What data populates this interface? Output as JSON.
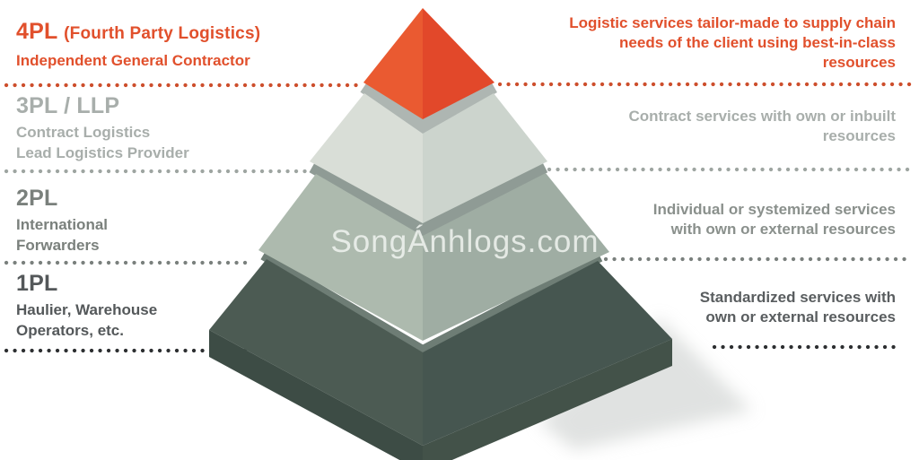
{
  "watermark": "SongÁnhlogs.com",
  "levels": [
    {
      "id": "4PL",
      "title": "4PL",
      "title_suffix": "(Fourth Party Logistics)",
      "subtitle_lines": [
        "Independent General Contractor"
      ],
      "description_lines": [
        "Logistic services tailor-made to supply chain",
        "needs of the client using best-in-class",
        "resources"
      ],
      "text_color": "#e1502c",
      "description_color": "#e1502c"
    },
    {
      "id": "3PL",
      "title": "3PL / LLP",
      "subtitle_lines": [
        "Contract Logistics",
        "Lead Logistics Provider"
      ],
      "description_lines": [
        "Contract services with own or inbuilt",
        "resources"
      ],
      "text_color": "#a8aeab",
      "description_color": "#a8aeab"
    },
    {
      "id": "2PL",
      "title": "2PL",
      "subtitle_lines": [
        "International",
        "Forwarders"
      ],
      "description_lines": [
        "Individual or systemized services",
        "with own or external resources"
      ],
      "text_color": "#7a807c",
      "description_color": "#8a908c"
    },
    {
      "id": "1PL",
      "title": "1PL",
      "subtitle_lines": [
        "Haulier, Warehouse",
        "Operators, etc."
      ],
      "description_lines": [
        "Standardized services with",
        "own or external resources"
      ],
      "text_color": "#54585a",
      "description_color": "#595d5f"
    }
  ],
  "separators": [
    {
      "color": "#cd4e2c"
    },
    {
      "color": "#9ea5a1"
    },
    {
      "color": "#7a807d"
    },
    {
      "color": "#2d2f31"
    }
  ],
  "pyramid": {
    "tiers": [
      {
        "name": "4PL-top",
        "left_fill": "#ea5a31",
        "right_fill": "#e2482a"
      },
      {
        "name": "3PL",
        "left_fill": "#d9ded7",
        "right_fill": "#ccd4cd"
      },
      {
        "name": "2PL",
        "left_fill": "#adbaae",
        "right_fill": "#9fada3"
      },
      {
        "name": "1PL",
        "left_fill": "#4c5b53",
        "right_fill": "#465650",
        "base_left_fill": "#3d4c45",
        "base_right_fill": "#435249"
      }
    ],
    "rim_band_1": "#aeb6b2",
    "rim_band_2": "#8f9b95",
    "rim_band_3": "#6e7d75",
    "shadow_color": "#c7cbc9",
    "watermark_color": "#eef2ee"
  }
}
